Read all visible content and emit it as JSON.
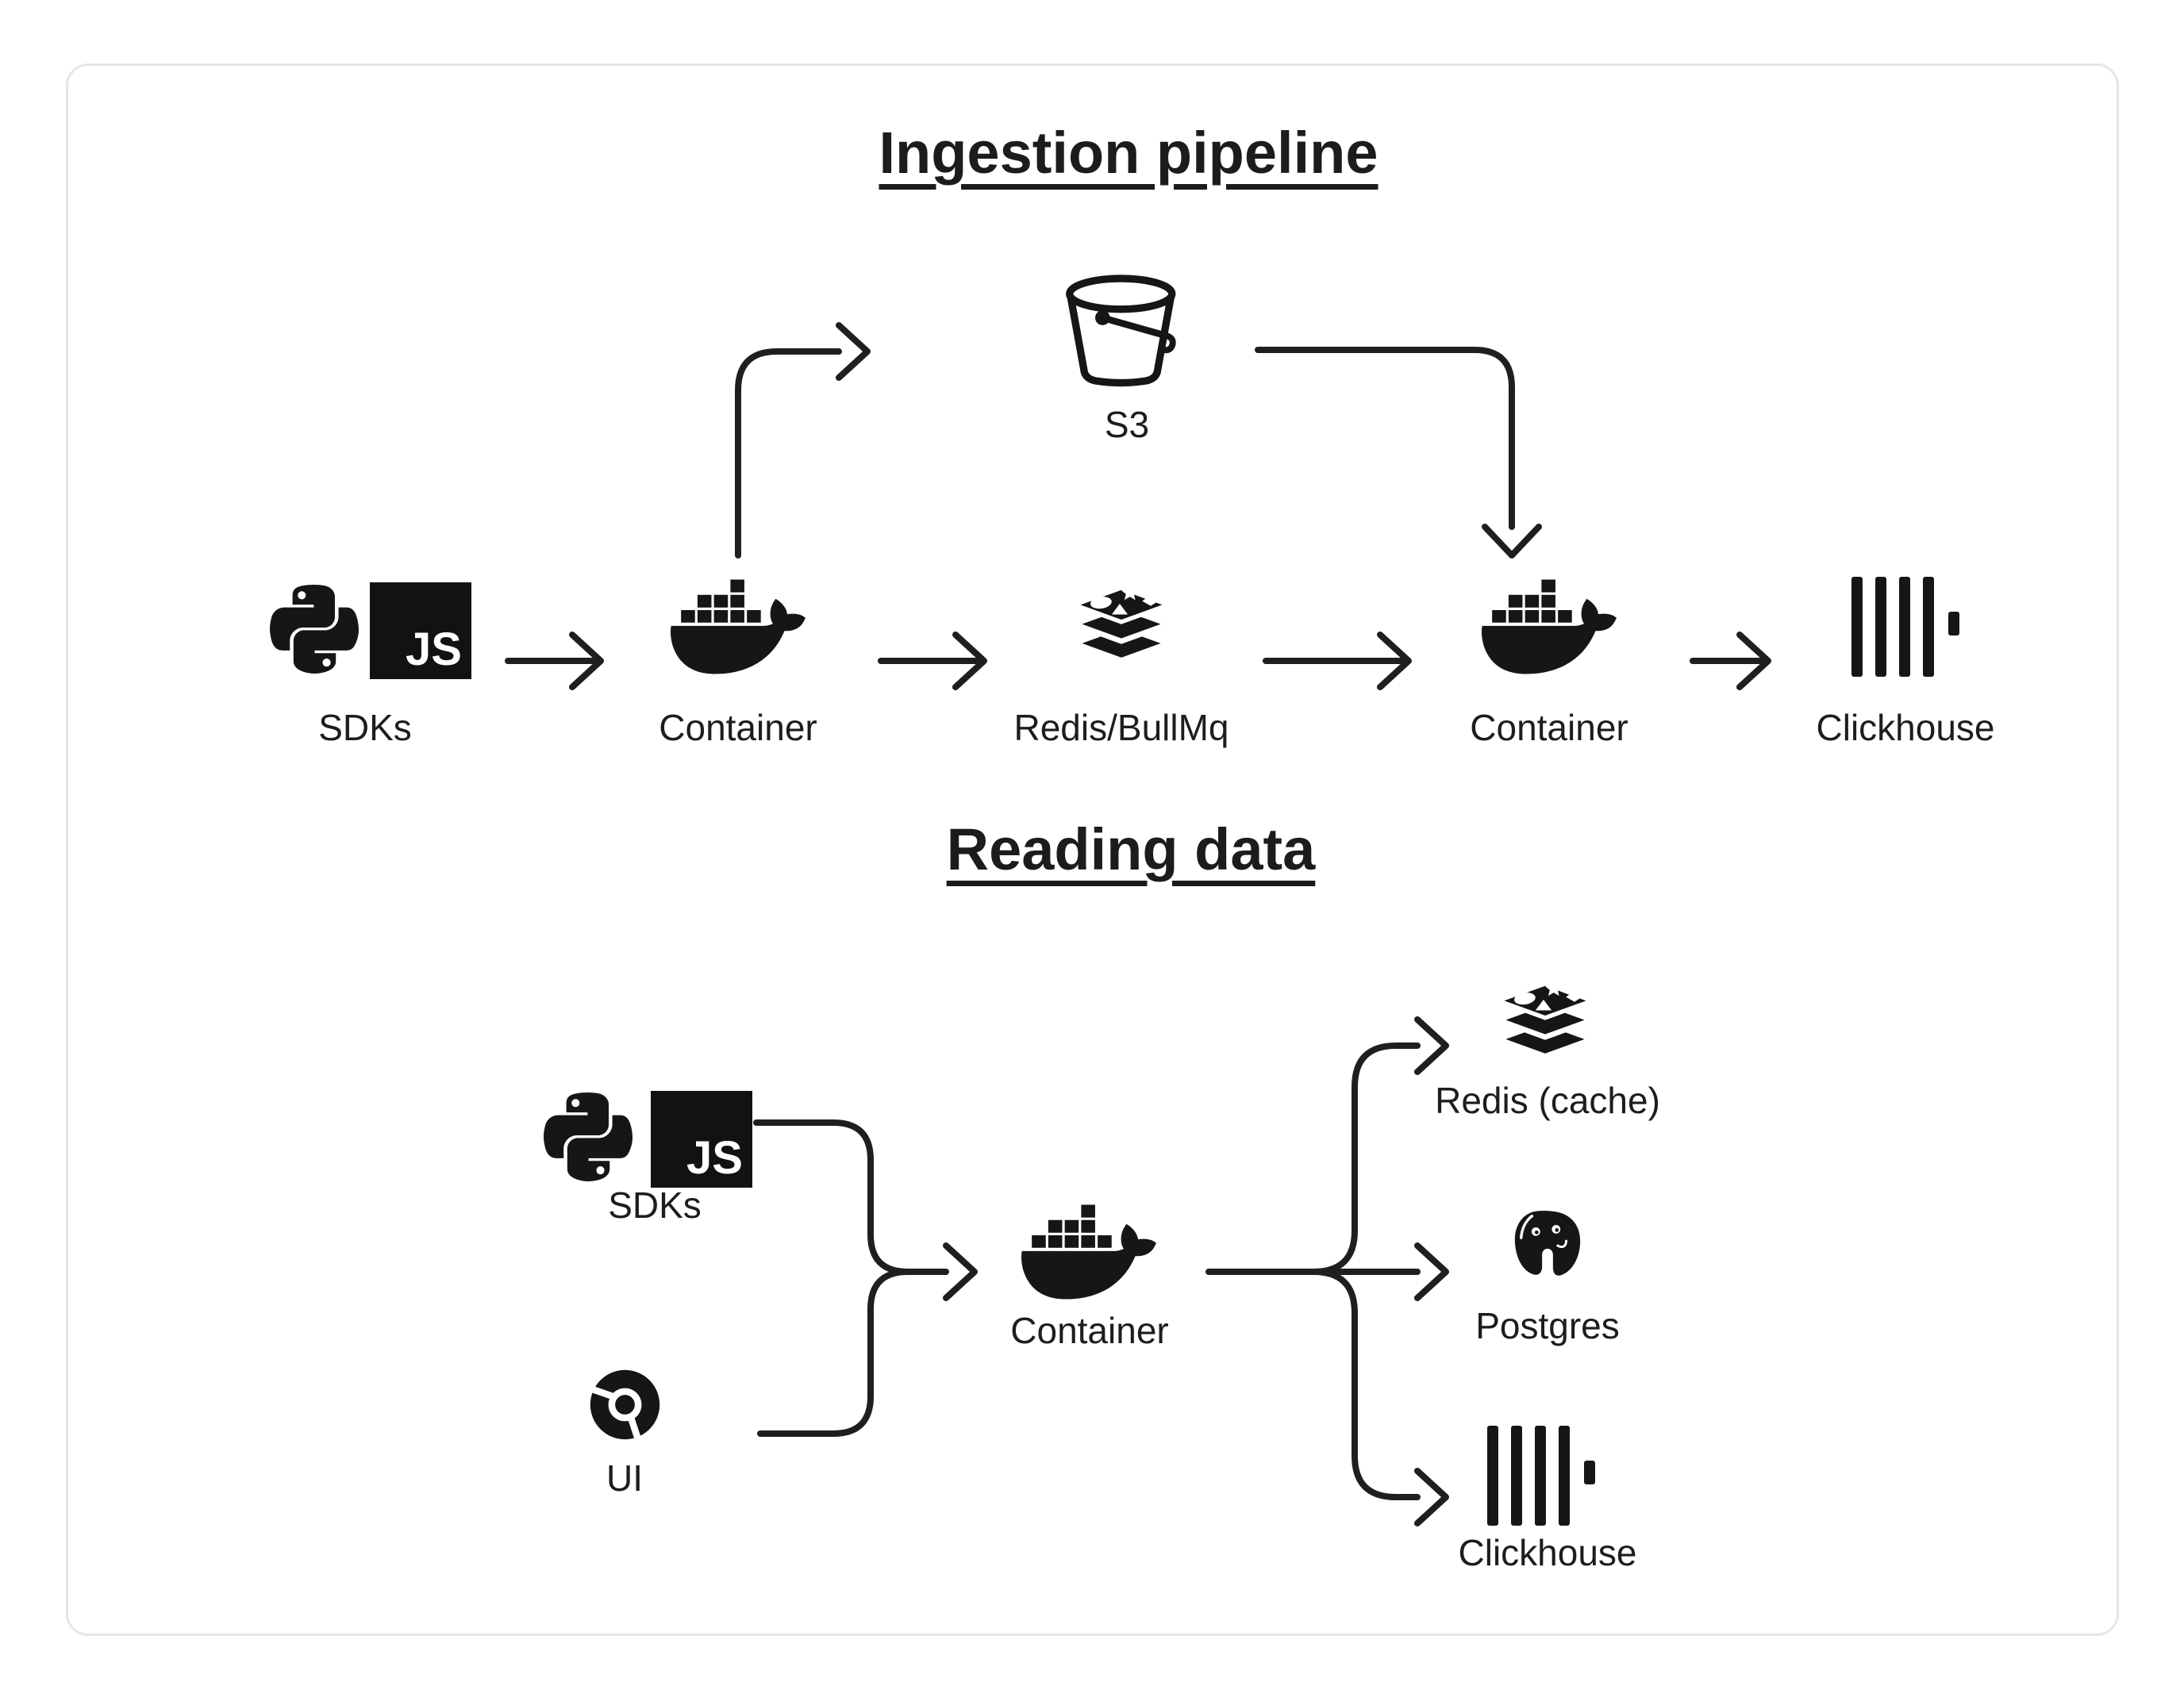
{
  "page": {
    "background_color": "#ffffff",
    "card_border_color": "#e6e6e6",
    "ink_color": "#1c1c1e"
  },
  "badges": {
    "js": "JS"
  },
  "ingestion": {
    "title": "Ingestion pipeline",
    "nodes": {
      "s3": {
        "icon": "s3-bucket-icon",
        "label": "S3"
      },
      "sdks": {
        "icons": [
          "python-icon",
          "javascript-icon"
        ],
        "label": "SDKs"
      },
      "container_in": {
        "icon": "docker-icon",
        "label": "Container"
      },
      "redis": {
        "icon": "redis-icon",
        "label": "Redis/BullMq"
      },
      "container_out": {
        "icon": "docker-icon",
        "label": "Container"
      },
      "clickhouse": {
        "icon": "clickhouse-icon",
        "label": "Clickhouse"
      }
    },
    "edges": [
      {
        "from": "sdks",
        "to": "container_in"
      },
      {
        "from": "container_in",
        "to": "s3"
      },
      {
        "from": "container_in",
        "to": "redis"
      },
      {
        "from": "redis",
        "to": "container_out"
      },
      {
        "from": "s3",
        "to": "container_out"
      },
      {
        "from": "container_out",
        "to": "clickhouse"
      }
    ]
  },
  "reading": {
    "title": "Reading data",
    "nodes": {
      "sdks": {
        "icons": [
          "python-icon",
          "javascript-icon"
        ],
        "label": "SDKs"
      },
      "ui": {
        "icon": "chrome-icon",
        "label": "UI"
      },
      "container": {
        "icon": "docker-icon",
        "label": "Container"
      },
      "redis": {
        "icon": "redis-icon",
        "label": "Redis (cache)"
      },
      "postgres": {
        "icon": "postgres-icon",
        "label": "Postgres"
      },
      "clickhouse": {
        "icon": "clickhouse-icon",
        "label": "Clickhouse"
      }
    },
    "edges": [
      {
        "from": "sdks",
        "to": "container"
      },
      {
        "from": "ui",
        "to": "container"
      },
      {
        "from": "container",
        "to": "redis"
      },
      {
        "from": "container",
        "to": "postgres"
      },
      {
        "from": "container",
        "to": "clickhouse"
      }
    ]
  }
}
